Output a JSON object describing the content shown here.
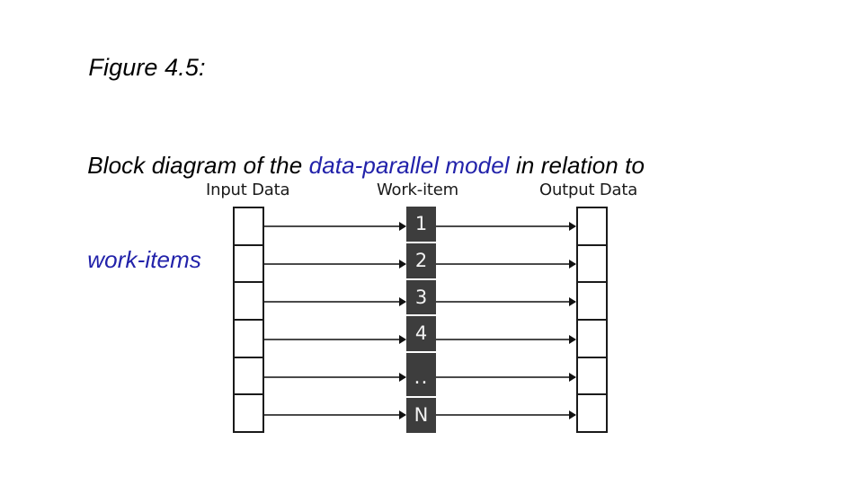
{
  "caption": {
    "line1": "Figure 4.5:",
    "line2_part1": "Block diagram of the ",
    "line2_highlight": "data-parallel model",
    "line2_part2": " in relation to",
    "line3_highlight": "work-items",
    "highlight_color": "#2222aa",
    "text_color": "#000000"
  },
  "diagram": {
    "labels": {
      "input": "Input Data",
      "work": "Work-item",
      "output": "Output Data"
    },
    "work_items": [
      "1",
      "2",
      "3",
      "4",
      "..",
      "N"
    ],
    "input_cells": [
      "",
      "",
      "",
      "",
      "",
      ""
    ],
    "output_cells": [
      "",
      "",
      "",
      "",
      "",
      ""
    ],
    "row_count": 6,
    "colors": {
      "work_item_fill": "#3d3d3d",
      "work_item_text": "#f2f2f2",
      "data_cell_fill": "#ffffff",
      "border": "#1a1a1a",
      "arrow": "#4a4a4a",
      "arrow_head": "#111111"
    }
  }
}
